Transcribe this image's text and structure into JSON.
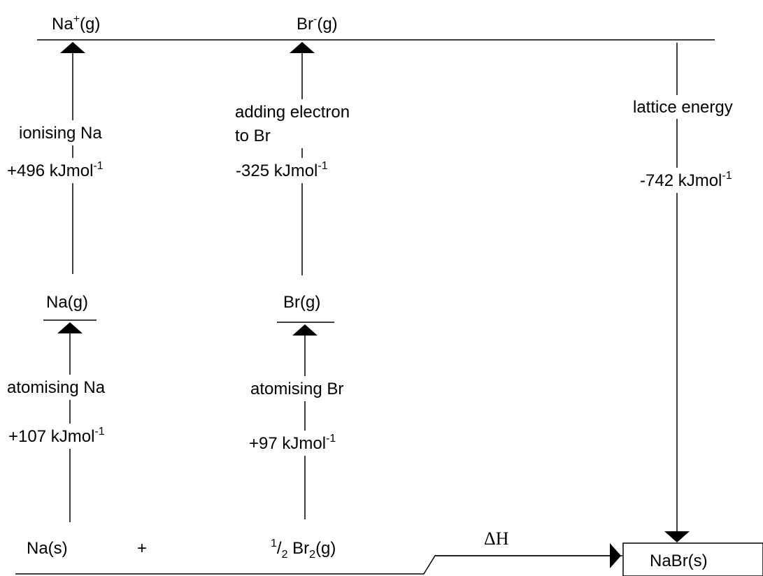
{
  "species": {
    "na_ion": {
      "base": "Na",
      "sup": "+",
      "tail": "(g)"
    },
    "br_ion": {
      "base": "Br",
      "sup": "-",
      "tail": "(g)"
    },
    "na_gas": "Na(g)",
    "br_gas": "Br(g)",
    "na_solid": "Na(s)",
    "plus": "+",
    "br2_gas": {
      "sup": "1",
      "slash": "/",
      "sub": "2",
      "base": " Br",
      "sub2": "2",
      "tail": "(g)"
    },
    "nabr_solid": "NaBr(s)"
  },
  "steps": {
    "ionising_na": {
      "label": "ionising Na",
      "value": "+496 kJmol",
      "exp": "-1"
    },
    "adding_electron": {
      "line1": "adding electron",
      "line2": "to Br",
      "value": "-325 kJmol",
      "exp": "-1"
    },
    "lattice_energy": {
      "label": "lattice energy",
      "value": "-742 kJmol",
      "exp": "-1"
    },
    "atomising_na": {
      "label": "atomising Na",
      "value": "+107 kJmol",
      "exp": "-1"
    },
    "atomising_br": {
      "label": "atomising Br",
      "value": "+97 kJmol",
      "exp": "-1"
    },
    "delta_h": "ΔH"
  }
}
